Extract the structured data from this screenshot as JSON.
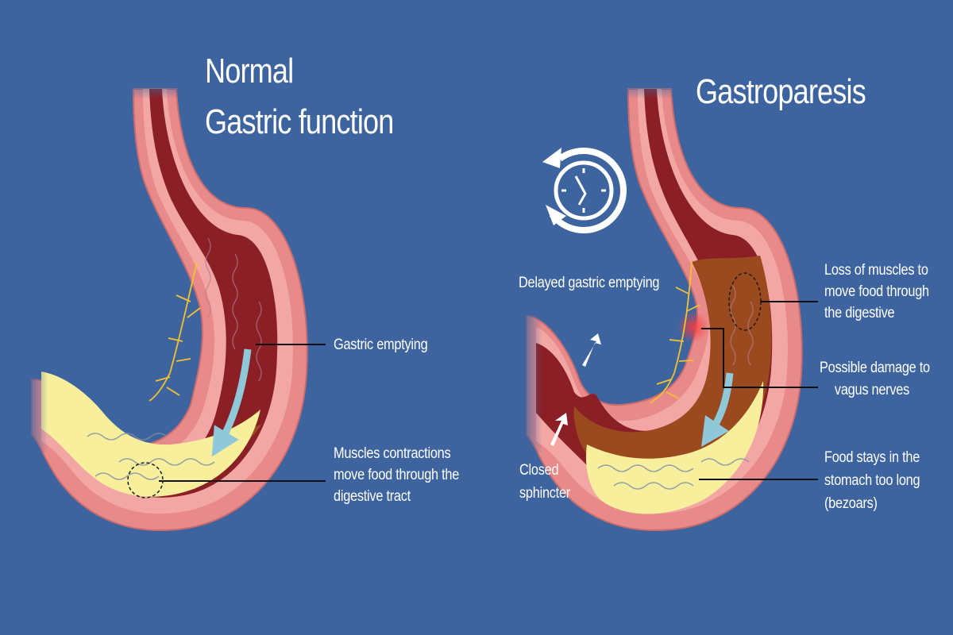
{
  "left_panel": {
    "title_lines": [
      "Normal",
      "Gastric function"
    ],
    "labels": {
      "gastric_emptying": "Gastric emptying",
      "muscles_lines": [
        "Muscles contractions",
        "move food through the",
        "digestive tract"
      ]
    }
  },
  "right_panel": {
    "title": "Gastroparesis",
    "labels": {
      "delayed": "Delayed gastric emptying",
      "loss_lines": [
        "Loss of muscles to",
        "move food through",
        "the digestive"
      ],
      "damage_lines": [
        "Possible damage to",
        "vagus nerves"
      ],
      "food_lines": [
        "Food stays in the",
        "stomach too long",
        "(bezoars)"
      ],
      "sphincter_lines": [
        "Closed",
        "sphincter"
      ]
    }
  },
  "icons": {
    "delayed_clock": "clock-with-cycle-arrows-icon"
  },
  "colors": {
    "background": "#3e64a0",
    "stomach_wall_outer": "#e98a8a",
    "stomach_wall_inner": "#f3a7a4",
    "lumen": "#8b1f26",
    "chyme": "#9a4a1e",
    "food": "#f7ef9c",
    "nerve": "#f2c230",
    "arrow": "#8fc8d8",
    "text": "#ffffff"
  }
}
